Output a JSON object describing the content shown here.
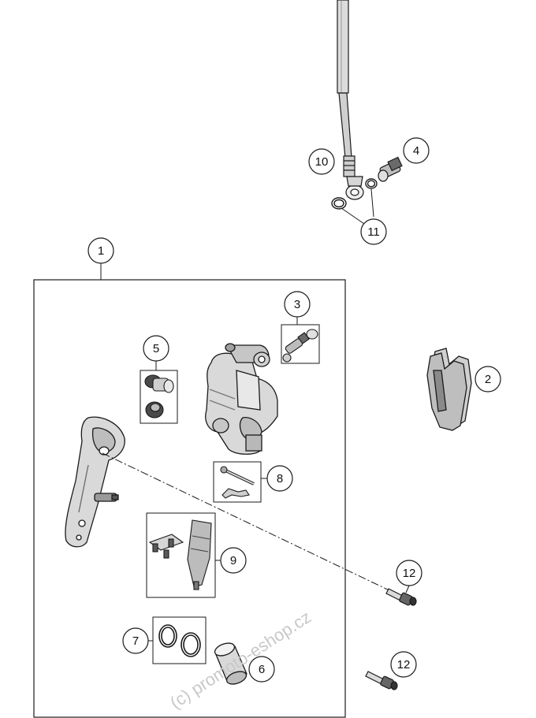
{
  "callouts": [
    {
      "id": "c1",
      "label": "1"
    },
    {
      "id": "c2",
      "label": "2"
    },
    {
      "id": "c3",
      "label": "3"
    },
    {
      "id": "c4",
      "label": "4"
    },
    {
      "id": "c5",
      "label": "5"
    },
    {
      "id": "c6",
      "label": "6"
    },
    {
      "id": "c7",
      "label": "7"
    },
    {
      "id": "c8",
      "label": "8"
    },
    {
      "id": "c9",
      "label": "9"
    },
    {
      "id": "c10",
      "label": "10"
    },
    {
      "id": "c11",
      "label": "11"
    },
    {
      "id": "c12a",
      "label": "12"
    },
    {
      "id": "c12b",
      "label": "12"
    }
  ],
  "watermark": "(c) promoto-eshop.cz",
  "colors": {
    "line": "#1a1a1a",
    "part_fill": "#d9d9d9",
    "part_dark": "#555555",
    "watermark": "#c8c8c8"
  }
}
